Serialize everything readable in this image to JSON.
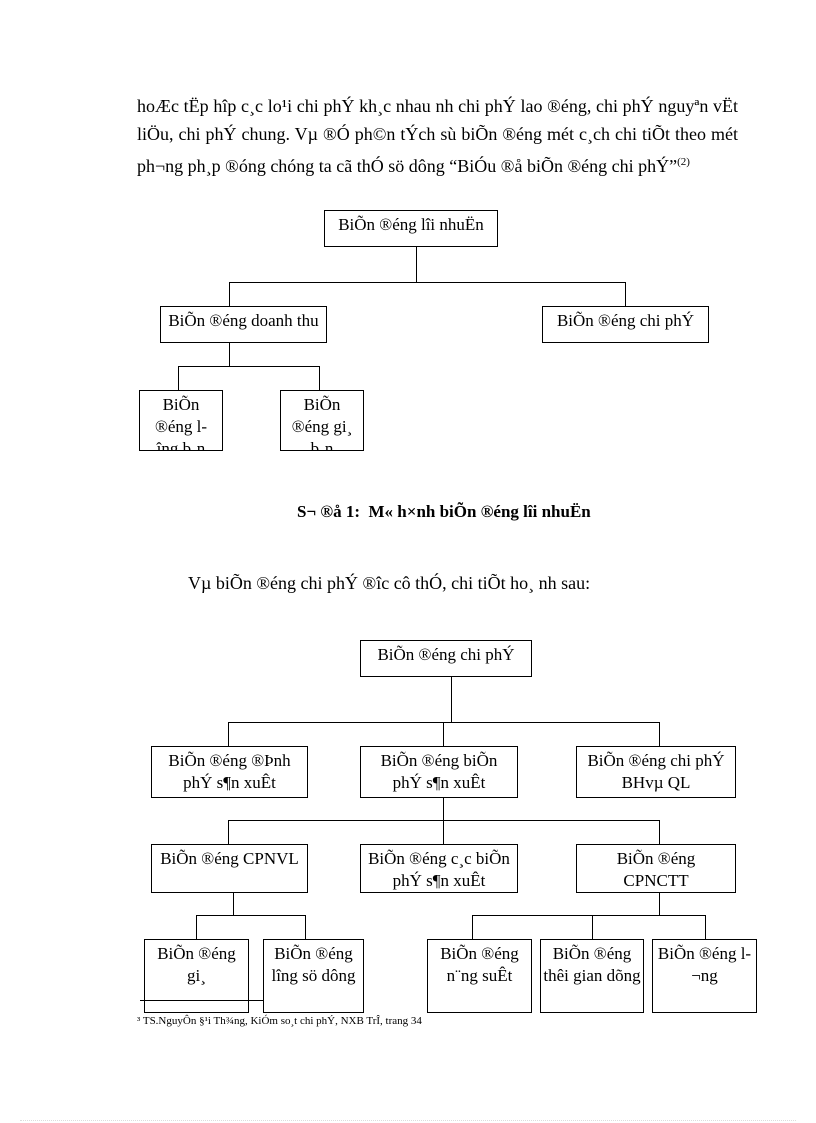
{
  "paragraph": {
    "text": "hoÆc tËp hîp c¸c lo¹i chi phÝ kh¸c nhau nh­ chi phÝ lao ®éng, chi phÝ nguyªn vËt liÖu, chi phÝ chung. Vµ ®Ó ph©n tÝch sù biÕn ®éng mét c¸ch chi tiÕt theo mét ph­¬ng ph¸p ®óng chóng ta cã thÓ sö dông “BiÓu ®å biÕn ®éng chi phÝ”",
    "ref": "(2)"
  },
  "diagram1": {
    "root": "BiÕn ®éng lîi nhuËn",
    "revenue": "BiÕn ®éng doanh thu",
    "cost": "BiÕn ®éng chi phÝ",
    "volume": "BiÕn ®éng l­îng b¸n",
    "price": "BiÕn ®éng gi¸ b¸n",
    "caption": "S¬ ®å 1:  M« h×nh biÕn ®éng lîi nhuËn"
  },
  "lead": "Vµ biÕn ®éng chi phÝ ®­îc cô thÓ, chi tiÕt ho¸ nh­ sau:",
  "diagram2": {
    "root": "BiÕn ®éng chi phÝ",
    "fixed": "BiÕn ®éng ®Þnh phÝ s¶n xuÊt",
    "variable": "BiÕn ®éng biÕn phÝ s¶n xuÊt",
    "selling": "BiÕn ®éng chi phÝ BHvµ QL",
    "material": "BiÕn ®éng CPNVL",
    "other": "BiÕn ®éng c¸c biÕn phÝ s¶n xuÊt",
    "labor": "BiÕn ®éng CPNCTT",
    "mat_price": "BiÕn ®éng gi¸",
    "mat_qty": "BiÕn ®éng l­îng sö dông",
    "productivity": "BiÕn ®éng n¨ng suÊt",
    "idle": "BiÕn ®éng thêi gian dõng",
    "wage": "BiÕn ®éng l­¬ng"
  },
  "footnote": "³ TS.NguyÔn §¹i Th¾ng, KiÓm so¸t chi phÝ, NXB TrÎ, trang 34"
}
